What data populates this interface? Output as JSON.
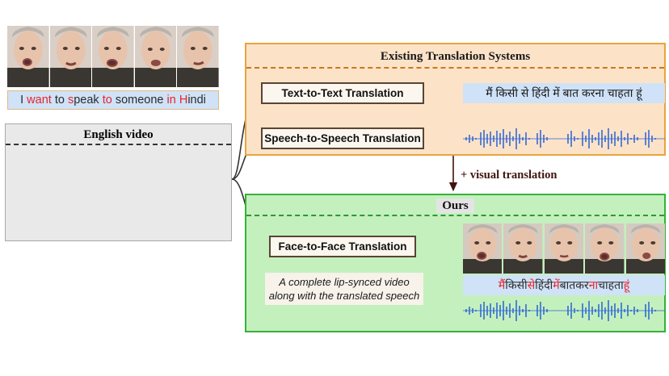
{
  "diagram": {
    "title": "Face-to-Face Translation pipeline comparison",
    "colors": {
      "existing_panel_fill": "#fce3c8",
      "existing_panel_border": "#e8a33d",
      "ours_panel_fill": "#c4f0bd",
      "ours_panel_border": "#37b13a",
      "english_panel_fill": "#e9e9e9",
      "english_panel_border": "#a9a9a9",
      "caption_fill": "#cfe2f7",
      "method_box_fill": "#fbf6ee",
      "method_box_border": "#5a4434",
      "waveform": "#2a62d6",
      "highlight_red": "#e8232a",
      "text_dark": "#1a1a1a",
      "visual_translation_label": "#40140e"
    },
    "english_video": {
      "header": "English video",
      "frame_count": 5,
      "caption_tokens": [
        {
          "text": "I",
          "color": "black"
        },
        {
          "text": " ",
          "color": "black"
        },
        {
          "text": "want",
          "color": "red"
        },
        {
          "text": " to ",
          "color": "black"
        },
        {
          "text": "s",
          "color": "red"
        },
        {
          "text": "p",
          "color": "black"
        },
        {
          "text": "eak",
          "color": "black"
        },
        {
          "text": " ",
          "color": "black"
        },
        {
          "text": "to",
          "color": "red"
        },
        {
          "text": " someone ",
          "color": "black"
        },
        {
          "text": "in",
          "color": "red"
        },
        {
          "text": " ",
          "color": "black"
        },
        {
          "text": "H",
          "color": "red"
        },
        {
          "text": "indi",
          "color": "black"
        }
      ],
      "caption_plain": "I want to speak to someone in Hindi"
    },
    "existing": {
      "header": "Existing Translation Systems",
      "rows": [
        {
          "method_label": "Text-to-Text Translation",
          "output_type": "hindi-text",
          "output_text": "मैं किसी से हिंदी में बात करना चाहता हूं"
        },
        {
          "method_label": "Speech-to-Speech Translation",
          "output_type": "waveform",
          "output_text": ""
        }
      ]
    },
    "transition": {
      "label": "+ visual translation"
    },
    "ours": {
      "header": "Ours",
      "method_label": "Face-to-Face Translation",
      "note": "A complete lip-synced video along with the translated speech",
      "frame_count": 5,
      "hindi_tokens": [
        {
          "text": "मैं",
          "color": "red"
        },
        {
          "text": " ",
          "color": "black"
        },
        {
          "text": "किसी",
          "color": "black"
        },
        {
          "text": " ",
          "color": "black"
        },
        {
          "text": "से",
          "color": "red"
        },
        {
          "text": " ",
          "color": "black"
        },
        {
          "text": "हिंदी",
          "color": "black"
        },
        {
          "text": " ",
          "color": "black"
        },
        {
          "text": "में",
          "color": "red"
        },
        {
          "text": " ",
          "color": "black"
        },
        {
          "text": "बात",
          "color": "black"
        },
        {
          "text": " ",
          "color": "black"
        },
        {
          "text": "कर",
          "color": "black"
        },
        {
          "text": "ना",
          "color": "red"
        },
        {
          "text": " ",
          "color": "black"
        },
        {
          "text": "चाहता",
          "color": "black"
        },
        {
          "text": " ",
          "color": "black"
        },
        {
          "text": "हूं",
          "color": "red"
        }
      ],
      "hindi_plain": "मैं किसी से हिंदी में बात करना चाहता हूं"
    }
  }
}
